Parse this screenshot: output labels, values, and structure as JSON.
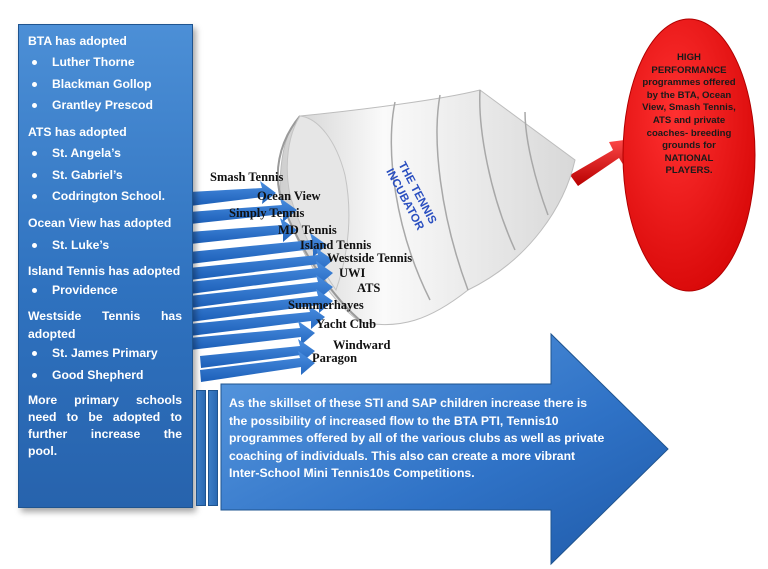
{
  "left_panel": {
    "groups": [
      {
        "heading": "BTA has adopted",
        "items": [
          "Luther Thorne",
          "Blackman Gollop",
          "Grantley Prescod"
        ]
      },
      {
        "heading": "ATS has adopted",
        "items": [
          "St. Angela’s",
          "St. Gabriel’s",
          "Codrington School."
        ]
      },
      {
        "heading": "Ocean View has adopted",
        "items": [
          "St. Luke’s"
        ]
      },
      {
        "heading": "Island Tennis has adopted",
        "items": [
          "Providence"
        ]
      },
      {
        "heading": "Westside Tennis has adopted",
        "items": [
          "St. James Primary",
          "Good Shepherd"
        ]
      }
    ],
    "note_lines": [
      "More primary schools",
      "need to be adopted to",
      "further increase the",
      "pool."
    ]
  },
  "clubs": [
    "Smash Tennis",
    "Ocean View",
    "Simply Tennis",
    "MD Tennis",
    "Island Tennis",
    "Westside Tennis",
    "UWI",
    "ATS",
    "Summerhayes",
    "Yacht Club",
    "Windward",
    "Paragon"
  ],
  "incubator_label": "THE TENNIS INCUBATOR",
  "bottom_arrow_text": "As the skillset of these STI and SAP children increase there is the possibility of increased flow to the BTA PTI, Tennis10 programmes offered by all of the various clubs as well as private coaching of individuals. This also can create a more vibrant Inter-School Mini Tennis10s Competitions.",
  "oval_text": "HIGH PERFORMANCE programmes offered by the BTA, Ocean View, Smash Tennis, ATS and private coaches- breeding grounds for NATIONAL PLAYERS.",
  "colors": {
    "panel_blue": "#2f72bf",
    "arrow_blue": "#2b6cc4",
    "oval_red": "#ee1111",
    "funnel_white": "#f2f2f2"
  }
}
